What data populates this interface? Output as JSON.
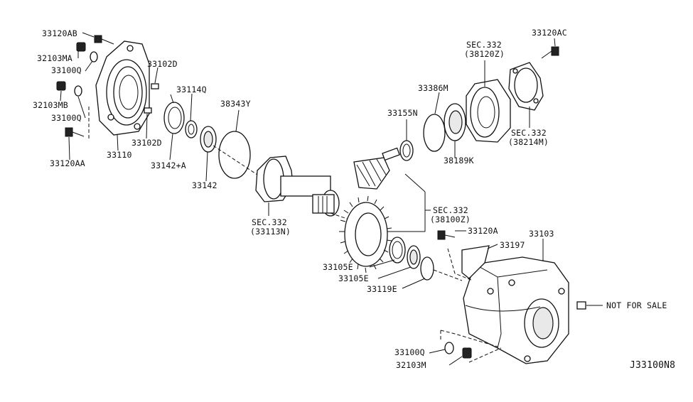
{
  "diagram_id": "J33100N8",
  "labels": {
    "l_33120AB": "33120AB",
    "l_32103MA": "32103MA",
    "l_33100Q_a": "33100Q",
    "l_32103MB": "32103MB",
    "l_33100Q_b": "33100Q",
    "l_33120AA": "33120AA",
    "l_33102D_a": "33102D",
    "l_33102D_b": "33102D",
    "l_33110": "33110",
    "l_33114Q": "33114Q",
    "l_33142A": "33142+A",
    "l_33142": "33142",
    "l_38343Y": "38343Y",
    "l_sec332_a": "SEC.332",
    "l_33113N": "(33113N)",
    "l_33386M": "33386M",
    "l_33155N": "33155N",
    "l_sec332_b": "SEC.332",
    "l_38120Z": "(38120Z)",
    "l_33120AC": "33120AC",
    "l_sec332_c": "SEC.332",
    "l_38214M": "(38214M)",
    "l_38189K": "38189K",
    "l_sec332_d": "SEC.332",
    "l_38100Z": "(38100Z)",
    "l_33120A": "33120A",
    "l_33103": "33103",
    "l_33197": "33197",
    "l_33105E_a": "33105E",
    "l_33105E_b": "33105E",
    "l_33119E": "33119E",
    "l_not_for_sale": "NOT FOR SALE",
    "l_33100Q_c": "33100Q",
    "l_32103M": "32103M"
  }
}
